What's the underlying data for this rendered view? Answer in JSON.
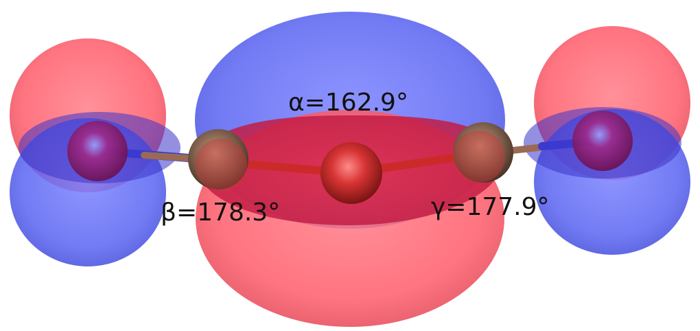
{
  "figure": {
    "angle_labels": {
      "alpha": "α=162.9°",
      "beta": "β=178.3°",
      "gamma": "γ=177.9°"
    }
  },
  "colors": {
    "background": "#ffffff",
    "positive_lobe": "#ff5c6a",
    "negative_lobe": "#5a64f2",
    "oxygen_atom": "#d23434",
    "carbon_atom": "#8a6a55",
    "terminal_atom": "#a01e6e",
    "bond_red": "#cc2a2a",
    "bond_brown": "#9a6a55",
    "bond_blue": "#3a3ad0"
  }
}
